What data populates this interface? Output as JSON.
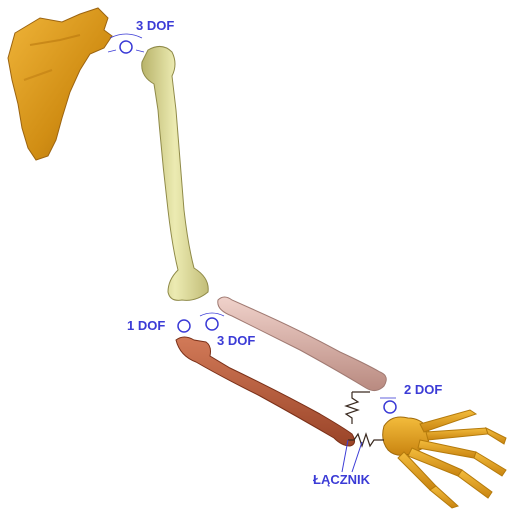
{
  "labels": {
    "shoulder_dof": "3 DOF",
    "elbow_ulna_dof": "1 DOF",
    "elbow_radius_dof": "3 DOF",
    "wrist_dof": "2 DOF",
    "connector": "ŁĄCZNIK"
  },
  "colors": {
    "label": "#3b3bd6",
    "scapula": "#d99a1e",
    "humerus": "#d9d58f",
    "radius": "#dcb3a9",
    "ulna": "#c0603f",
    "hand": "#e0a020",
    "joint": "#3b3bd6"
  }
}
